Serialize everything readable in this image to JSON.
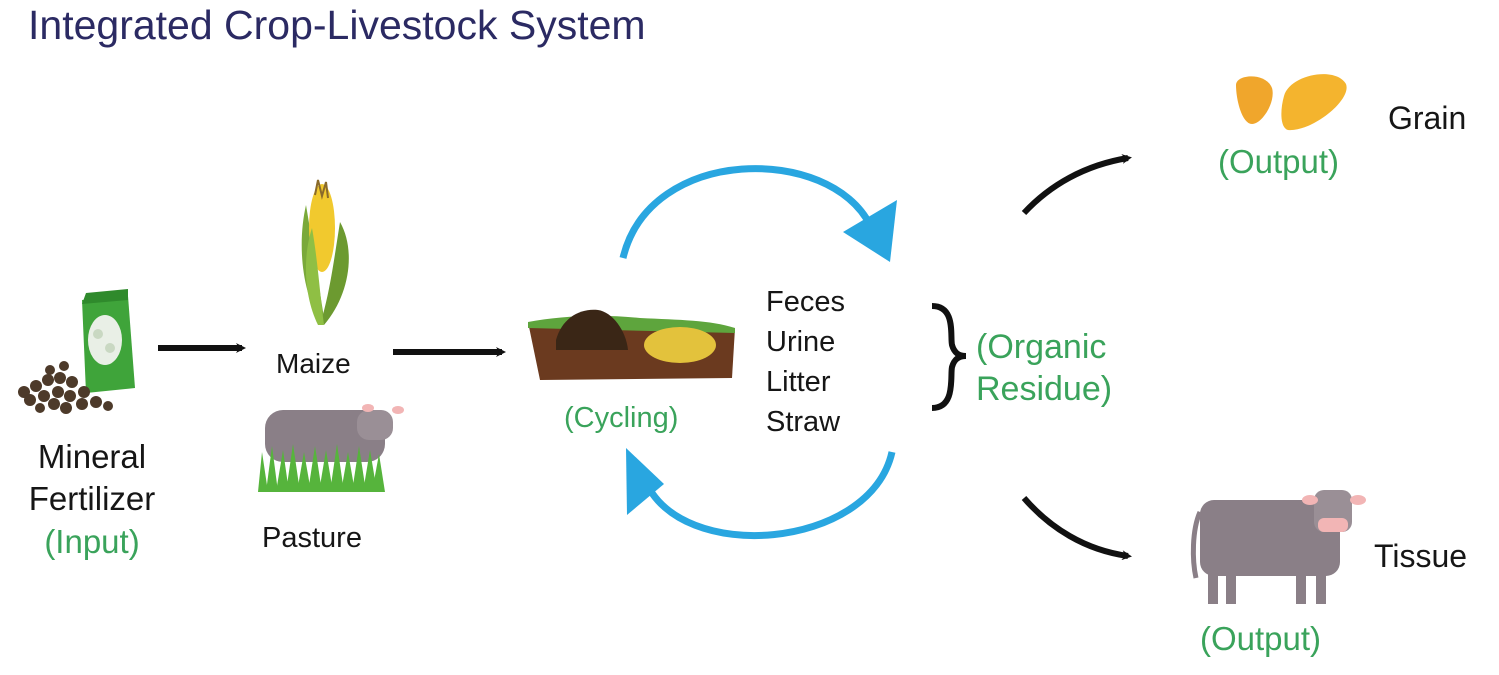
{
  "title": "Integrated Crop-Livestock System",
  "input": {
    "name_line1": "Mineral",
    "name_line2": "Fertilizer",
    "tag": "(Input)"
  },
  "maize": {
    "label": "Maize"
  },
  "pasture": {
    "label": "Pasture"
  },
  "cycling": {
    "label": "(Cycling)"
  },
  "residues": {
    "items": [
      "Feces",
      "Urine",
      "Litter",
      "Straw"
    ],
    "tag_line1": "(Organic",
    "tag_line2": "Residue)"
  },
  "grain": {
    "label": "Grain",
    "tag": "(Output)"
  },
  "tissue": {
    "label": "Tissue",
    "tag": "(Output)"
  },
  "colors": {
    "title": "#2b2a63",
    "accent_green": "#3aa35b",
    "cycle_arrow": "#29a6e0",
    "text": "#161616"
  },
  "icons": [
    "fertilizer-bag-icon",
    "maize-cob-icon",
    "grazing-cow-icon",
    "soil-cycling-icon",
    "corn-kernels-icon",
    "cow-icon"
  ]
}
